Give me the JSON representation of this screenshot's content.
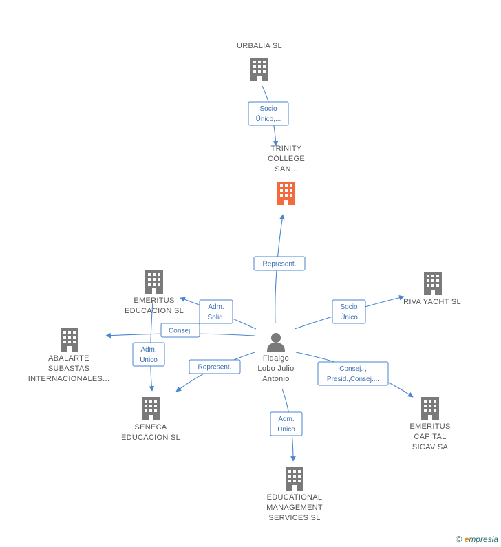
{
  "nodes": [
    {
      "id": "urbalia",
      "kind": "company",
      "lines": [
        "URBALIA SL"
      ],
      "color": "#7a7a7a"
    },
    {
      "id": "trinity",
      "kind": "company",
      "lines": [
        "TRINITY",
        "COLLEGE",
        "SAN..."
      ],
      "color": "#f26a3d"
    },
    {
      "id": "emeritus-educacion",
      "kind": "company",
      "lines": [
        "EMERITUS",
        "EDUCACION SL"
      ],
      "color": "#7a7a7a"
    },
    {
      "id": "riva-yacht",
      "kind": "company",
      "lines": [
        "RIVA YACHT SL"
      ],
      "color": "#7a7a7a"
    },
    {
      "id": "abalarte",
      "kind": "company",
      "lines": [
        "ABALARTE",
        "SUBASTAS",
        "INTERNACIONALES..."
      ],
      "color": "#7a7a7a"
    },
    {
      "id": "fidalgo",
      "kind": "person",
      "lines": [
        "Fidalgo",
        "Lobo Julio",
        "Antonio"
      ],
      "color": "#7a7a7a"
    },
    {
      "id": "seneca",
      "kind": "company",
      "lines": [
        "SENECA",
        "EDUCACION SL"
      ],
      "color": "#7a7a7a"
    },
    {
      "id": "emeritus-capital",
      "kind": "company",
      "lines": [
        "EMERITUS",
        "CAPITAL",
        "SICAV SA"
      ],
      "color": "#7a7a7a"
    },
    {
      "id": "educational-management",
      "kind": "company",
      "lines": [
        "EDUCATIONAL",
        "MANAGEMENT",
        "SERVICES SL"
      ],
      "color": "#7a7a7a"
    }
  ],
  "edges": [
    {
      "from": "urbalia",
      "to": "trinity",
      "label": [
        "Socio",
        "Único,..."
      ]
    },
    {
      "from": "fidalgo",
      "to": "trinity",
      "label": [
        "Represent."
      ]
    },
    {
      "from": "fidalgo",
      "to": "emeritus-educacion",
      "label": [
        "Adm.",
        "Solid."
      ]
    },
    {
      "from": "fidalgo",
      "to": "riva-yacht",
      "label": [
        "Socio",
        "Único"
      ]
    },
    {
      "from": "fidalgo",
      "to": "abalarte",
      "label": [
        "Consej."
      ]
    },
    {
      "from": "emeritus-educacion",
      "to": "seneca",
      "label": [
        "Adm.",
        "Unico"
      ]
    },
    {
      "from": "fidalgo",
      "to": "seneca",
      "label": [
        "Represent."
      ]
    },
    {
      "from": "fidalgo",
      "to": "emeritus-capital",
      "label": [
        "Consej. ,",
        "Presid.,Consej...."
      ]
    },
    {
      "from": "fidalgo",
      "to": "educational-management",
      "label": [
        "Adm.",
        "Unico"
      ]
    }
  ],
  "watermark": {
    "symbol": "©",
    "brand_initial": "e",
    "brand_rest": "mpresia"
  }
}
